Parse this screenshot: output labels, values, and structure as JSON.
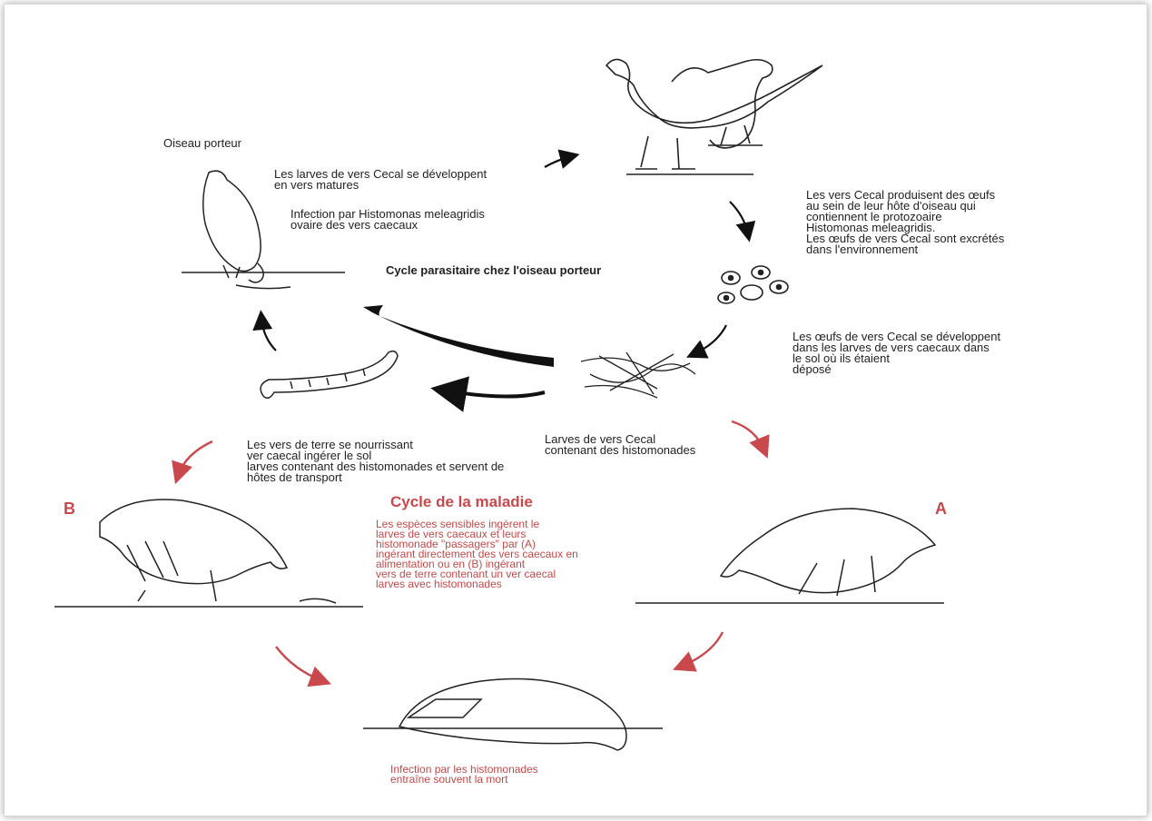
{
  "labels": {
    "carrier_bird": "Oiseau porteur",
    "larvae_develop": "Les larves de vers Cecal se développent\nen vers matures",
    "infection_ovary": "Infection par Histomonas meleagridis\novaire des vers caecaux",
    "parasite_cycle": "Cycle parasitaire chez l'oiseau porteur",
    "worms_produce_eggs": "Les vers Cecal produisent des œufs\nau sein de leur hôte d'oiseau qui\ncontiennent le protozoaire\nHistomonas meleagridis.\nLes œufs de vers Cecal sont excrétés\ndans l'environnement",
    "eggs_develop": "Les œufs de vers Cecal se développent\ndans les larves de vers caecaux dans\nle sol où ils étaient\ndéposé",
    "larvae_containing": "Larves de vers Cecal\ncontenant des histomonades",
    "earthworms": "Les vers de terre se nourrissant\nver caecal ingérer le sol\nlarves contenant des histomonades et servent de\nhôtes de transport",
    "disease_cycle": "Cycle de la maladie",
    "susceptible_species": "Les espèces sensibles ingèrent le\nlarves de vers caecaux et leurs\nhistomonade \"passagers\" par (A)\ningérant directement des vers caecaux en\nalimentation ou en (B) ingérant\nvers de terre contenant un ver caecal\nlarves avec histomonades",
    "infection_death": "Infection par les histomonades\nentraîne souvent la mort",
    "letter_a": "A",
    "letter_b": "B"
  },
  "colors": {
    "accent_red": "#c9484c",
    "text_dark": "#222222"
  }
}
